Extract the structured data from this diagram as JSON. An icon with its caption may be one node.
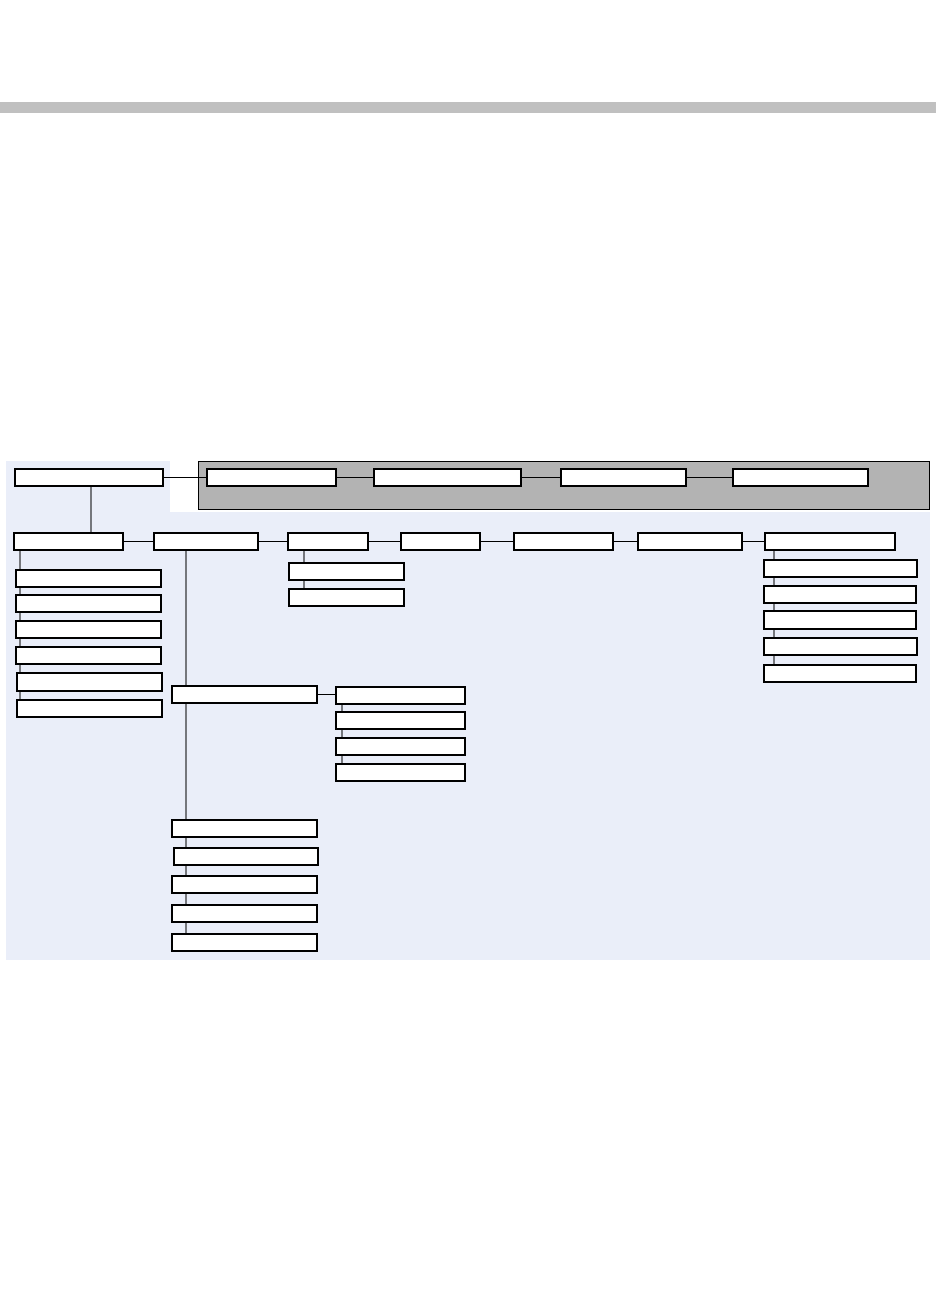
{
  "diagram": {
    "nodes": [
      {
        "text": [],
        "shape": "box"
      },
      {
        "text": [],
        "shape": "band"
      },
      {
        "text": [],
        "shape": "box",
        "in": 1
      },
      {
        "text": [],
        "shape": "box",
        "in": 1
      },
      {
        "text": [],
        "shape": "box",
        "in": 1
      },
      {
        "text": [],
        "shape": "box",
        "in": 1
      },
      {
        "text": [],
        "shape": "box"
      },
      {
        "text": [],
        "shape": "box"
      },
      {
        "text": [],
        "shape": "box"
      },
      {
        "text": [],
        "shape": "box"
      },
      {
        "text": [],
        "shape": "box"
      },
      {
        "text": [],
        "shape": "box"
      },
      {
        "text": [],
        "shape": "box"
      },
      {
        "text": [],
        "shape": "box"
      },
      {
        "text": [],
        "shape": "box"
      },
      {
        "text": [],
        "shape": "box"
      },
      {
        "text": [],
        "shape": "box"
      },
      {
        "text": [],
        "shape": "box"
      },
      {
        "text": [],
        "shape": "box"
      },
      {
        "text": [],
        "shape": "box"
      },
      {
        "text": [],
        "shape": "box"
      },
      {
        "text": [],
        "shape": "box"
      },
      {
        "text": [],
        "shape": "box"
      },
      {
        "text": [],
        "shape": "box"
      },
      {
        "text": [],
        "shape": "box"
      },
      {
        "text": [],
        "shape": "box"
      },
      {
        "text": [],
        "shape": "box"
      },
      {
        "text": [],
        "shape": "box"
      },
      {
        "text": [],
        "shape": "box"
      },
      {
        "text": [],
        "shape": "box"
      },
      {
        "text": [],
        "shape": "box"
      },
      {
        "text": [],
        "shape": "box"
      },
      {
        "text": [],
        "shape": "box"
      },
      {
        "text": [],
        "shape": "box"
      },
      {
        "text": [],
        "shape": "box"
      },
      {
        "text": [],
        "shape": "box"
      }
    ],
    "edges": [
      {
        "from": 0,
        "to": 2,
        "arrow": "none"
      },
      {
        "from": 2,
        "to": 3,
        "arrow": "none"
      },
      {
        "from": 3,
        "to": 4,
        "arrow": "none"
      },
      {
        "from": 4,
        "to": 5,
        "arrow": "none"
      },
      {
        "from": 0,
        "to": 6,
        "arrow": "none"
      },
      {
        "from": 6,
        "to": 7,
        "arrow": "none"
      },
      {
        "from": 7,
        "to": 8,
        "arrow": "none"
      },
      {
        "from": 8,
        "to": 9,
        "arrow": "none"
      },
      {
        "from": 9,
        "to": 10,
        "arrow": "none"
      },
      {
        "from": 10,
        "to": 11,
        "arrow": "none"
      },
      {
        "from": 11,
        "to": 12,
        "arrow": "none"
      },
      {
        "from": 6,
        "to": 13,
        "arrow": "none"
      },
      {
        "from": 13,
        "to": 14,
        "arrow": "none"
      },
      {
        "from": 14,
        "to": 15,
        "arrow": "none"
      },
      {
        "from": 15,
        "to": 16,
        "arrow": "none"
      },
      {
        "from": 16,
        "to": 17,
        "arrow": "none"
      },
      {
        "from": 17,
        "to": 18,
        "arrow": "none"
      },
      {
        "from": 8,
        "to": 19,
        "arrow": "none"
      },
      {
        "from": 19,
        "to": 20,
        "arrow": "none"
      },
      {
        "from": 7,
        "to": 21,
        "arrow": "none"
      },
      {
        "from": 21,
        "to": 22,
        "arrow": "none"
      },
      {
        "from": 22,
        "to": 23,
        "arrow": "none"
      },
      {
        "from": 23,
        "to": 24,
        "arrow": "none"
      },
      {
        "from": 24,
        "to": 25,
        "arrow": "none"
      },
      {
        "from": 21,
        "to": 26,
        "arrow": "none"
      },
      {
        "from": 26,
        "to": 27,
        "arrow": "none"
      },
      {
        "from": 27,
        "to": 28,
        "arrow": "none"
      },
      {
        "from": 28,
        "to": 29,
        "arrow": "none"
      },
      {
        "from": 29,
        "to": 30,
        "arrow": "none"
      },
      {
        "from": 12,
        "to": 31,
        "arrow": "none"
      },
      {
        "from": 31,
        "to": 32,
        "arrow": "none"
      },
      {
        "from": 32,
        "to": 33,
        "arrow": "none"
      },
      {
        "from": 33,
        "to": 34,
        "arrow": "none"
      },
      {
        "from": 34,
        "to": 35,
        "arrow": "none"
      }
    ]
  }
}
